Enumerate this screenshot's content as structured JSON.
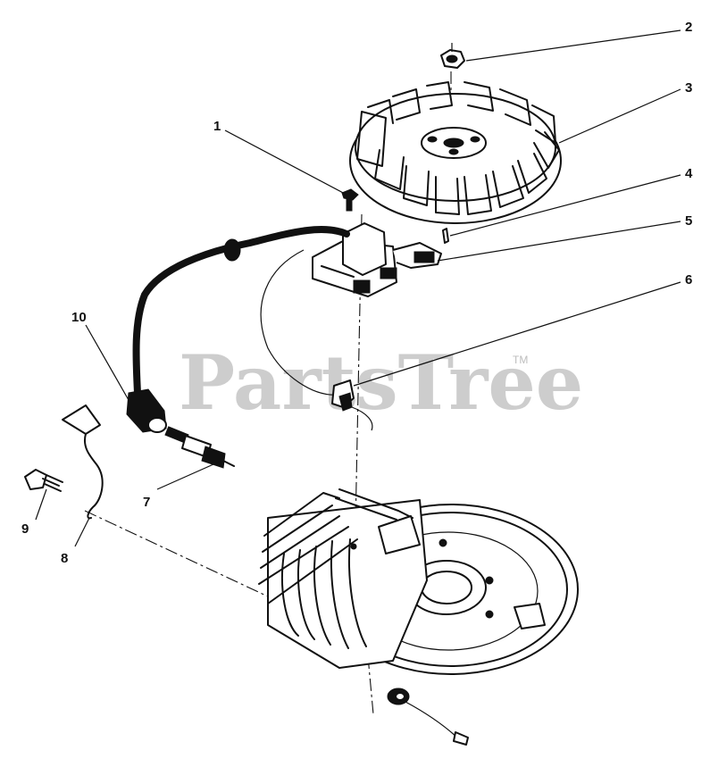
{
  "watermark": {
    "text": "PartsTree",
    "tm": "TM"
  },
  "callouts": [
    {
      "id": "1",
      "label": "1"
    },
    {
      "id": "2",
      "label": "2"
    },
    {
      "id": "3",
      "label": "3"
    },
    {
      "id": "4",
      "label": "4"
    },
    {
      "id": "5",
      "label": "5"
    },
    {
      "id": "6",
      "label": "6"
    },
    {
      "id": "7",
      "label": "7"
    },
    {
      "id": "8",
      "label": "8"
    },
    {
      "id": "9",
      "label": "9"
    },
    {
      "id": "10",
      "label": "10"
    }
  ]
}
